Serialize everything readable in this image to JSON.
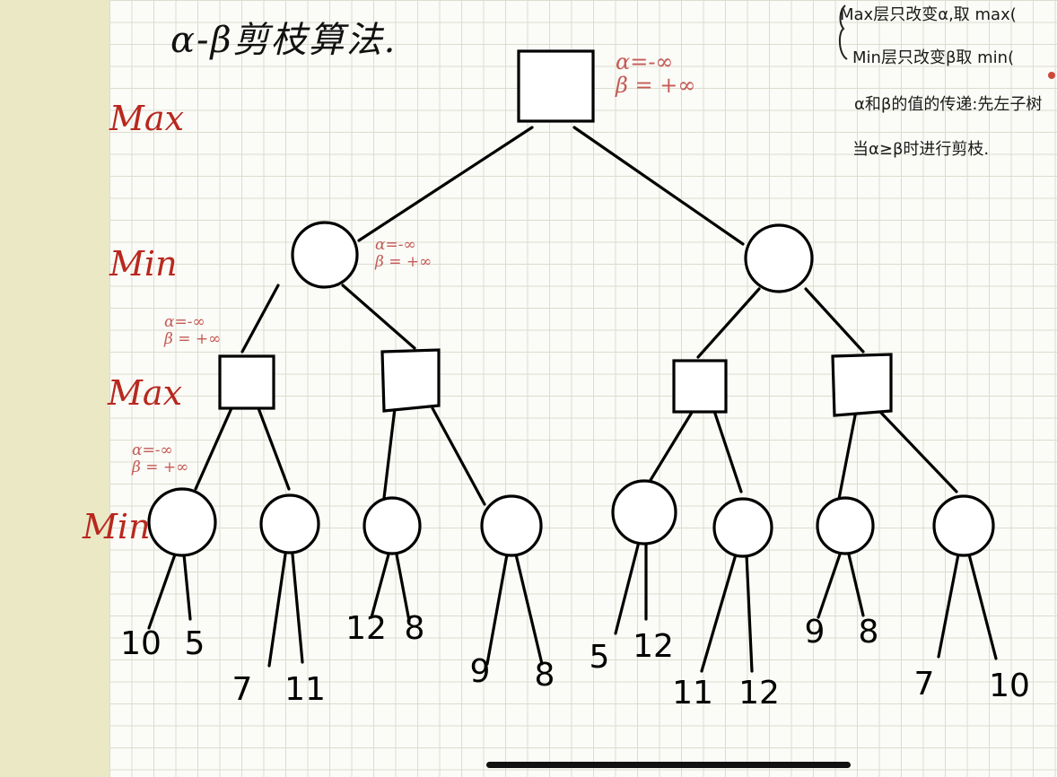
{
  "title": "α-β剪枝算法.",
  "levels": [
    "Max",
    "Min",
    "Max",
    "Min"
  ],
  "notes": [
    "Max层只改变α,取 max(",
    "Min层只改变β取 min(",
    "α和β的值的传递:先左子树",
    "当α≥β时进行剪枝."
  ],
  "annotations": {
    "root": "α=-∞\nβ = +∞",
    "min_left": "α=-∞\nβ = +∞",
    "max_left": "α=-∞\nβ = +∞",
    "min_leftmost": "α=-∞\nβ = +∞"
  },
  "tree": {
    "max1_type": "square",
    "min1_type": "circle",
    "max2_type": "square",
    "min2_type": "circle",
    "leaves": [
      "10",
      "5",
      "7",
      "11",
      "12",
      "8",
      "9",
      "8",
      "5",
      "12",
      "11",
      "12",
      "9",
      "8",
      "7",
      "10"
    ]
  }
}
